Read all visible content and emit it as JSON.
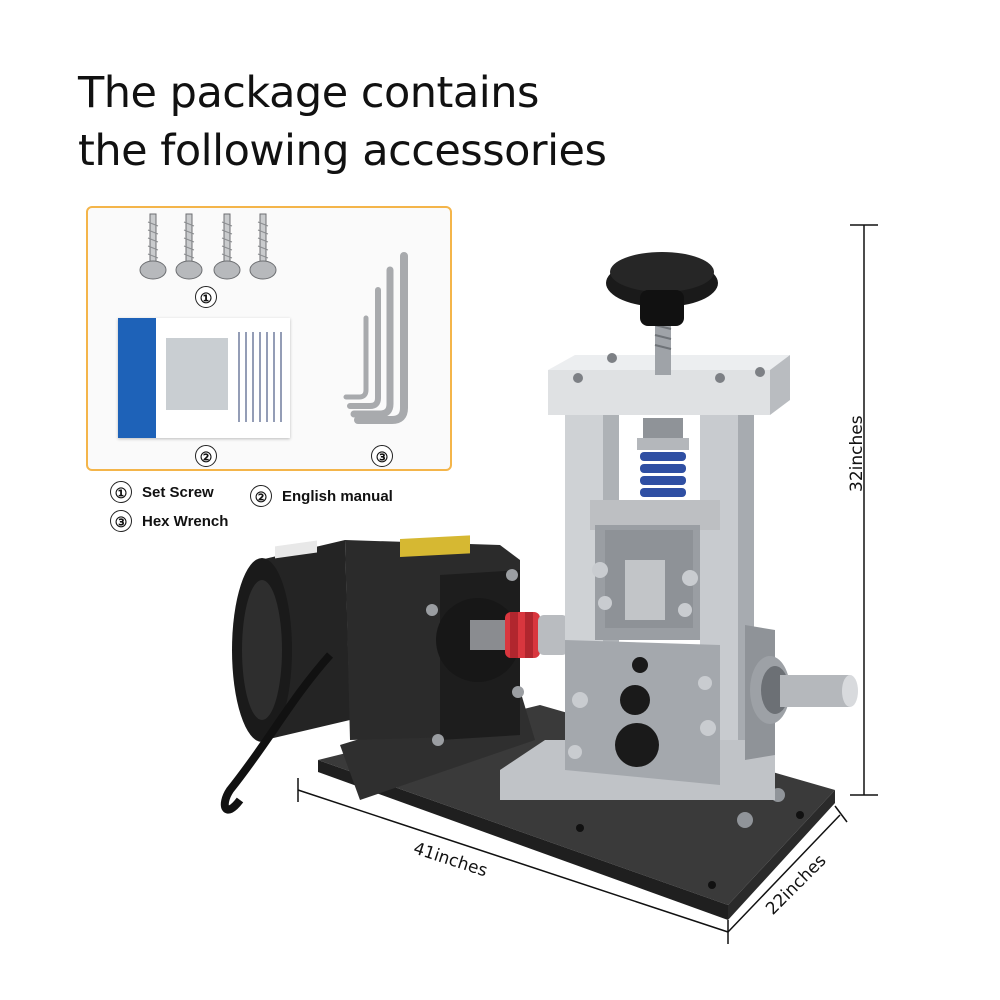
{
  "title": {
    "line1": "The package contains",
    "line2": "the following accessories"
  },
  "accessories_box": {
    "markers": [
      "①",
      "②",
      "③"
    ]
  },
  "legend": [
    {
      "marker": "①",
      "label": "Set Screw"
    },
    {
      "marker": "②",
      "label": "English manual"
    },
    {
      "marker": "③",
      "label": "Hex Wrench"
    }
  ],
  "dimensions": {
    "height": "32inches",
    "length": "41inches",
    "width": "22inches"
  },
  "colors": {
    "box_border": "#f4b54a",
    "manual_blue": "#1e62b8",
    "motor": "#2b2b2b",
    "spring": "#2f4fa3",
    "coupling": "#d9363e",
    "base_plate": "#3a3a3a"
  }
}
